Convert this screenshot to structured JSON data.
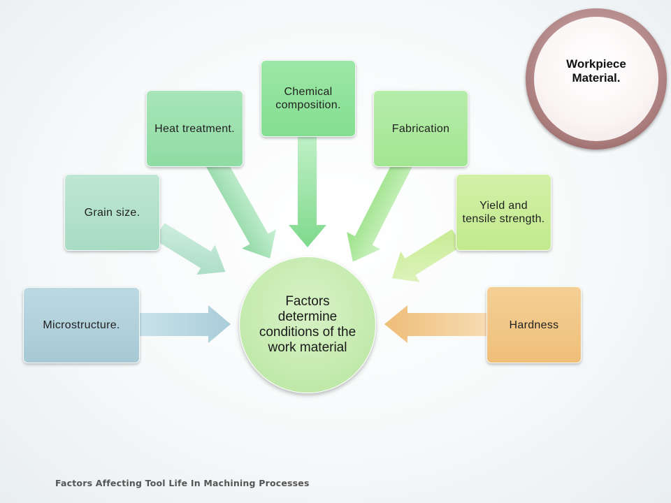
{
  "badge": {
    "text": "Workpiece Material."
  },
  "center": {
    "text": "Factors determine conditions of the work material"
  },
  "factors": [
    {
      "label": "Microstructure."
    },
    {
      "label": "Grain size."
    },
    {
      "label": "Heat treatment."
    },
    {
      "label": "Chemical composition."
    },
    {
      "label": "Fabrication"
    },
    {
      "label": "Yield and tensile strength."
    },
    {
      "label": "Hardness"
    }
  ],
  "footer": {
    "text": "Factors Affecting Tool Life In Machining Processes"
  },
  "colors": {
    "microstructure": "#a7c9d4",
    "grain_size": "#a8dcc3",
    "heat_treatment": "#8fdca4",
    "chemical_composition": "#84de91",
    "fabrication": "#a2e692",
    "yield_strength": "#c2ea8d",
    "hardness": "#efbf79",
    "center": "#c5ebb0",
    "badge_ring": "#a97b7b"
  }
}
